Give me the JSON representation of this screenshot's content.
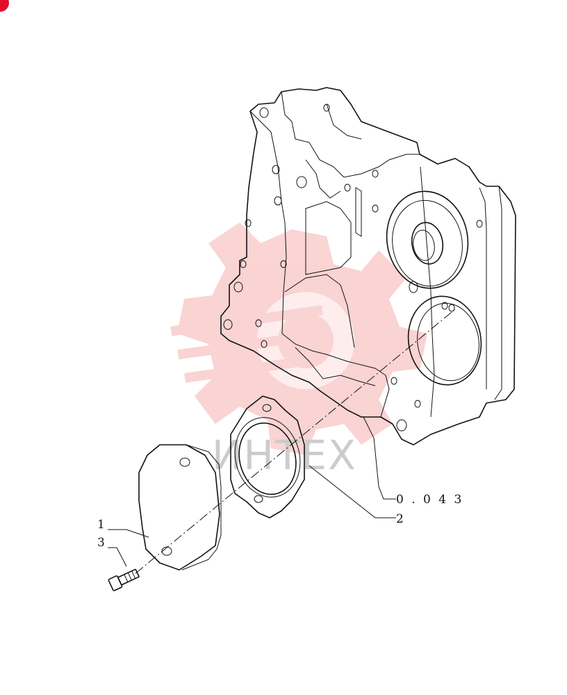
{
  "callouts": {
    "ref": "0 . 0 4 3",
    "gasket": "2",
    "cover": "1",
    "bolt": "3"
  },
  "watermark": {
    "text": "ИНТЕХ",
    "color": "#cccccc",
    "gear_color": "#f4a0a0"
  },
  "badge_color": "#e0102a"
}
